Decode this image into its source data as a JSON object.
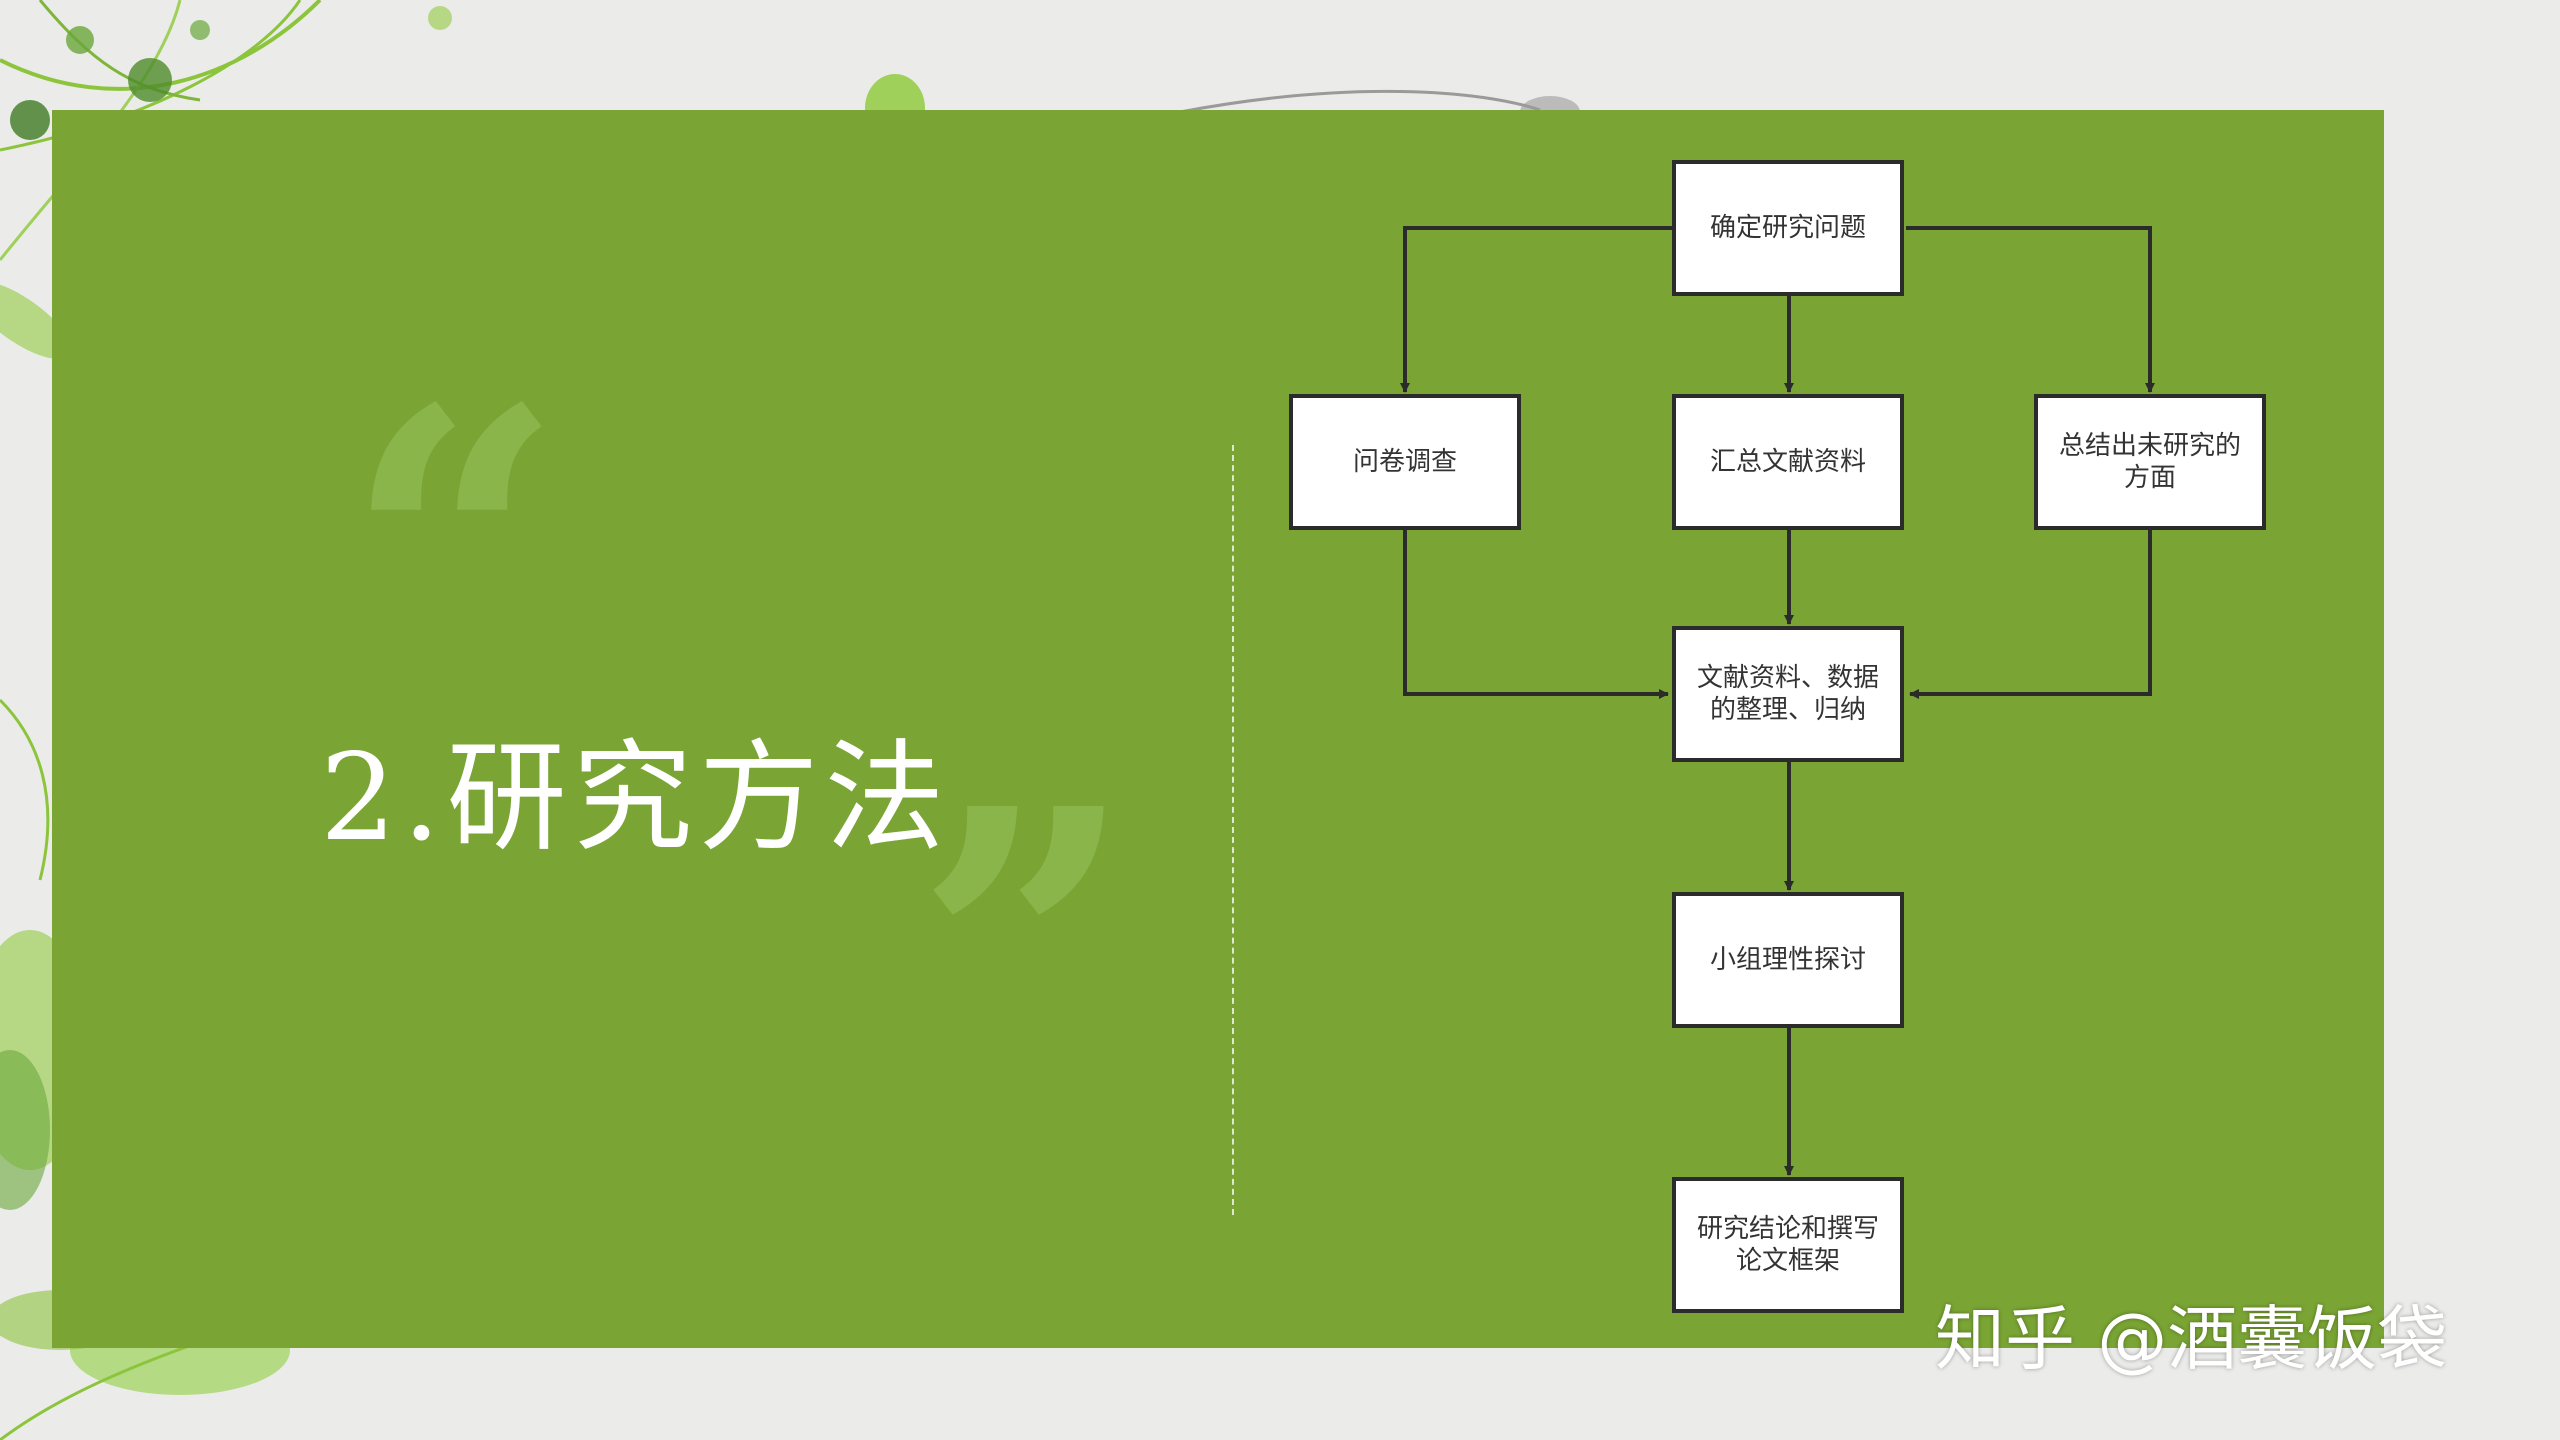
{
  "slide": {
    "section_title": "2.研究方法",
    "quote_open": "“",
    "quote_close": "”"
  },
  "flowchart": {
    "nodes": {
      "define_question": "确定研究问题",
      "questionnaire": "问卷调查",
      "summarize_literature": "汇总文献资料",
      "summarize_unstudied": "总结出未研究的方面",
      "organize_data": "文献资料、数据的整理、归纳",
      "group_discussion": "小组理性探讨",
      "conclusion_framework": "研究结论和撰写论文框架"
    }
  },
  "watermark": "知乎 @酒囊饭袋",
  "colors": {
    "panel": "#7aa534",
    "background": "#ebebea",
    "node_border": "#2b2b2b",
    "arrow": "#2b2b2b"
  }
}
